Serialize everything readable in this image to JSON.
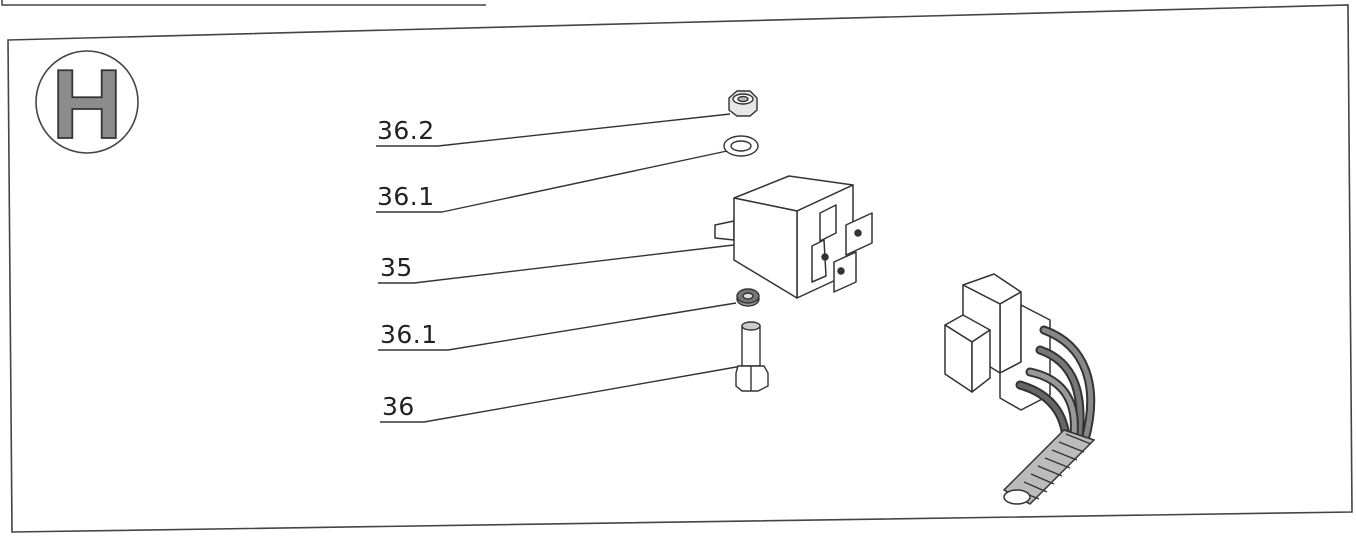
{
  "section_badge": {
    "letter": "H"
  },
  "callouts": [
    {
      "id": "nut",
      "label": "36.2"
    },
    {
      "id": "washer-top",
      "label": "36.1"
    },
    {
      "id": "relay",
      "label": "35"
    },
    {
      "id": "washer-bottom",
      "label": "36.1"
    },
    {
      "id": "bolt",
      "label": "36"
    }
  ],
  "colors": {
    "line": "#3a3a3a",
    "badge_fill": "#8c8c8c",
    "wire": "#555555"
  }
}
